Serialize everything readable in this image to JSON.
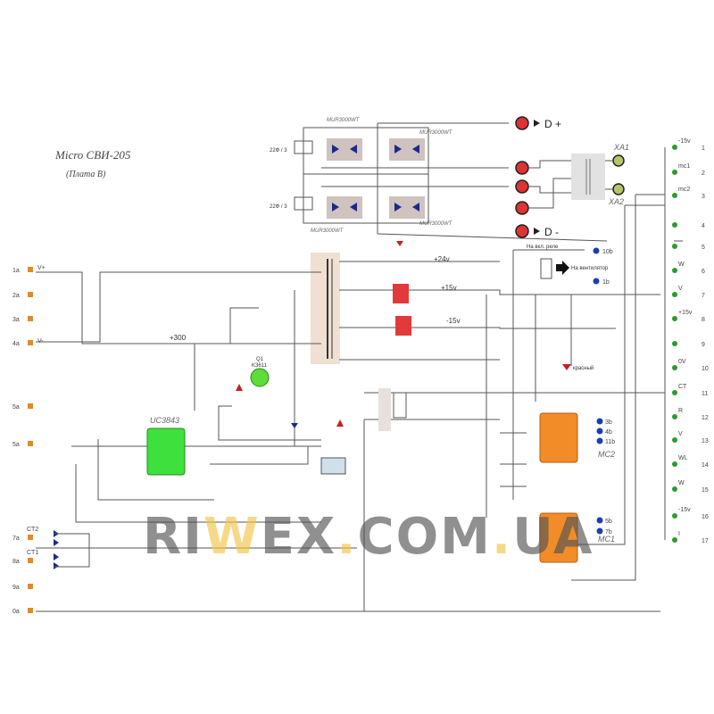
{
  "title": "Micro СВИ-205",
  "subtitle": "(Плата В)",
  "watermark": {
    "part1": "RI",
    "part2": "W",
    "part3": "EX",
    "part4": ".",
    "part5": "COM",
    "part6": ".",
    "part7": "UA"
  },
  "outputs": {
    "d_plus": "D +",
    "d_minus": "D -",
    "xa1": "XA1",
    "xa2": "XA2"
  },
  "diode_modules": [
    "MUR3000WT",
    "MUR3000WT",
    "MUR3000WT",
    "MUR3000WT"
  ],
  "snubber_labels": [
    "22Ф / 3",
    "22Ф / 3"
  ],
  "rails": {
    "plus24": "+24v",
    "plus15": "+15v",
    "minus15": "-15v",
    "plus300": "+300",
    "vplus": "V+",
    "vminus": "V-"
  },
  "notes": {
    "fan_out": "На вентилятор",
    "to_relay": "На вкл. реле",
    "led": "красный",
    "ct_left2": "CT2",
    "ct_left1": "CT1"
  },
  "ics": {
    "pwm": "UC3843",
    "mc2": "MC2",
    "mc1": "MC1",
    "mosfet": "Q1",
    "mosfet_part": "K3611"
  },
  "small_pins": {
    "p10b": "10b",
    "p1b": "1b",
    "p3b": "3b",
    "p4b": "4b",
    "p11b": "11b",
    "p5b": "5b",
    "p7b": "7b"
  },
  "left_pins": [
    {
      "num": "1a",
      "label": "V+"
    },
    {
      "num": "2a",
      "label": ""
    },
    {
      "num": "3a",
      "label": ""
    },
    {
      "num": "4a",
      "label": "V-"
    },
    {
      "num": "5a",
      "label": ""
    },
    {
      "num": "5a",
      "label": ""
    },
    {
      "num": "7a",
      "label": "CT2"
    },
    {
      "num": "8a",
      "label": "CT1"
    },
    {
      "num": "9a",
      "label": ""
    },
    {
      "num": "0a",
      "label": ""
    }
  ],
  "right_pins": [
    {
      "num": "1",
      "label": "-15v"
    },
    {
      "num": "2",
      "label": "mc1"
    },
    {
      "num": "3",
      "label": "mc2"
    },
    {
      "num": "4",
      "label": ""
    },
    {
      "num": "5",
      "label": ""
    },
    {
      "num": "6",
      "label": "W"
    },
    {
      "num": "7",
      "label": "V"
    },
    {
      "num": "8",
      "label": "+15v"
    },
    {
      "num": "9",
      "label": ""
    },
    {
      "num": "10",
      "label": "0V"
    },
    {
      "num": "11",
      "label": "CT"
    },
    {
      "num": "12",
      "label": "R"
    },
    {
      "num": "13",
      "label": "V"
    },
    {
      "num": "14",
      "label": "WL"
    },
    {
      "num": "15",
      "label": "W"
    },
    {
      "num": "16",
      "label": "-15v"
    },
    {
      "num": "17",
      "label": "I"
    }
  ],
  "colors": {
    "connector": "#e08a2a",
    "green_pin": "#2e9a2e",
    "blue_pin": "#1a3fb0",
    "chip_orange": "#f28c28",
    "chip_green": "#3ee03e",
    "regulator": "#e23a3a",
    "diode": "#1b2a8a",
    "zener": "#c62020"
  }
}
